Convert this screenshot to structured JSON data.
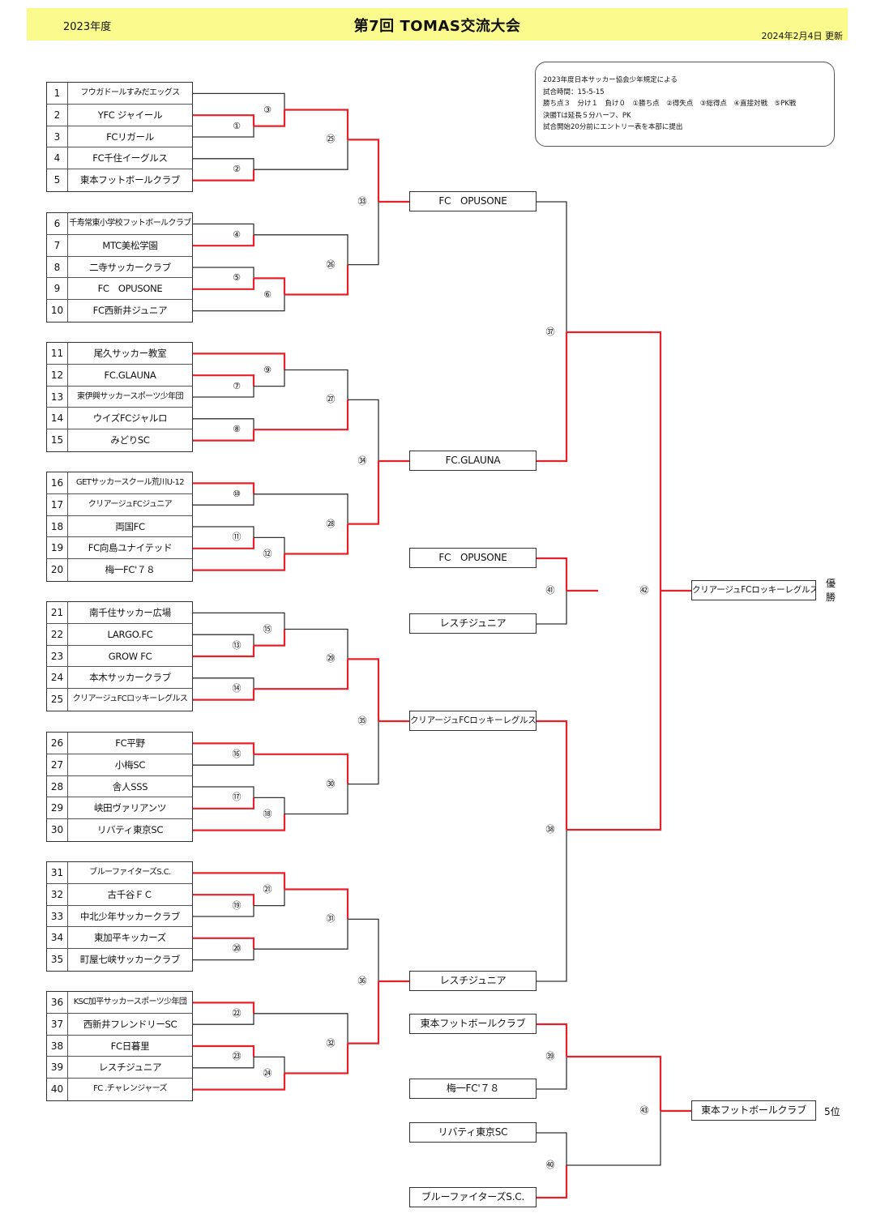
{
  "header": {
    "year": "2023年度",
    "title": "第7回 TOMAS交流大会",
    "updated": "2024年2月4日 更新"
  },
  "rules": [
    "2023年度日本サッカー協会少年規定による",
    "試合時間：15-5-15",
    "勝ち点３　分け１　負け０　①勝ち点　②得失点　③総得点　④直接対戦　⑤PK戦",
    "決勝Tは延長５分ハーフ、PK",
    "試合開始20分前にエントリー表を本部に提出"
  ],
  "teams": [
    {
      "no": "1",
      "name": "フウガドールすみだエッグス"
    },
    {
      "no": "2",
      "name": "YFC ジャイール"
    },
    {
      "no": "3",
      "name": "FCリガール"
    },
    {
      "no": "4",
      "name": "FC千住イーグルス"
    },
    {
      "no": "5",
      "name": "東本フットボールクラブ"
    },
    {
      "no": "6",
      "name": "千寿常東小学校フットボールクラブ"
    },
    {
      "no": "7",
      "name": "MTC美松学園"
    },
    {
      "no": "8",
      "name": "二寺サッカークラブ"
    },
    {
      "no": "9",
      "name": "FC　OPUSONE"
    },
    {
      "no": "10",
      "name": "FC西新井ジュニア"
    },
    {
      "no": "11",
      "name": "尾久サッカー教室"
    },
    {
      "no": "12",
      "name": "FC.GLAUNA"
    },
    {
      "no": "13",
      "name": "東伊興サッカースポーツ少年団"
    },
    {
      "no": "14",
      "name": "ウイズFCジャルロ"
    },
    {
      "no": "15",
      "name": "みどりSC"
    },
    {
      "no": "16",
      "name": "GETサッカースクール荒川U-12"
    },
    {
      "no": "17",
      "name": "クリアージュFCジュニア"
    },
    {
      "no": "18",
      "name": "両国FC"
    },
    {
      "no": "19",
      "name": "FC向島ユナイテッド"
    },
    {
      "no": "20",
      "name": "梅一FC'７８"
    },
    {
      "no": "21",
      "name": "南千住サッカー広場"
    },
    {
      "no": "22",
      "name": "LARGO.FC"
    },
    {
      "no": "23",
      "name": "GROW FC"
    },
    {
      "no": "24",
      "name": "本木サッカークラブ"
    },
    {
      "no": "25",
      "name": "クリアージュFCロッキーレグルス"
    },
    {
      "no": "26",
      "name": "FC平野"
    },
    {
      "no": "27",
      "name": "小梅SC"
    },
    {
      "no": "28",
      "name": "舎人SSS"
    },
    {
      "no": "29",
      "name": "峡田ヴァリアンツ"
    },
    {
      "no": "30",
      "name": "リバティ東京SC"
    },
    {
      "no": "31",
      "name": "ブルーファイターズS.C."
    },
    {
      "no": "32",
      "name": "古千谷ＦＣ"
    },
    {
      "no": "33",
      "name": "中北少年サッカークラブ"
    },
    {
      "no": "34",
      "name": "東加平キッカーズ"
    },
    {
      "no": "35",
      "name": "町屋七峡サッカークラブ"
    },
    {
      "no": "36",
      "name": "KSC加平サッカースポーツ少年団"
    },
    {
      "no": "37",
      "name": "西新井フレンドリーSC"
    },
    {
      "no": "38",
      "name": "FC日暮里"
    },
    {
      "no": "39",
      "name": "レスチジュニア"
    },
    {
      "no": "40",
      "name": "FC .チャレンジャーズ"
    }
  ],
  "rounds": {
    "r27_winner": "FC　OPUSONE",
    "r30_winner": "FC.GLAUNA",
    "r33_winner": "クリアージュFCロッキーレグルス",
    "r36_winner": "レスチジュニア",
    "sf41_top": "FC　OPUSONE",
    "sf41_bottom": "レスチジュニア",
    "champion": "クリアージュFCロッキーレグルス",
    "champion_label": "優勝",
    "c39_top": "東本フットボールクラブ",
    "c39_bottom": "梅一FC'７８",
    "c40_top": "リバティ東京SC",
    "c40_bottom": "ブルーファイターズS.C.",
    "fifth": "東本フットボールクラブ",
    "fifth_label": "5位"
  },
  "matches": [
    "①",
    "②",
    "③",
    "④",
    "⑤",
    "⑥",
    "⑦",
    "⑧",
    "⑨",
    "⑩",
    "⑪",
    "⑫",
    "⑬",
    "⑭",
    "⑮",
    "⑯",
    "⑰",
    "⑱",
    "⑲",
    "⑳",
    "㉑",
    "㉒",
    "㉓",
    "㉔",
    "㉕",
    "㉖",
    "㉗",
    "㉘",
    "㉙",
    "㉚",
    "㉛",
    "㉜",
    "㉝",
    "㉞",
    "㉟",
    "㊱",
    "㊲",
    "㊳",
    "㊴",
    "㊵",
    "㊶",
    "㊷",
    "㊸"
  ],
  "colors": {
    "win_line": "#e8202a",
    "line": "#333333",
    "header_bg": "#fbfa8c"
  }
}
